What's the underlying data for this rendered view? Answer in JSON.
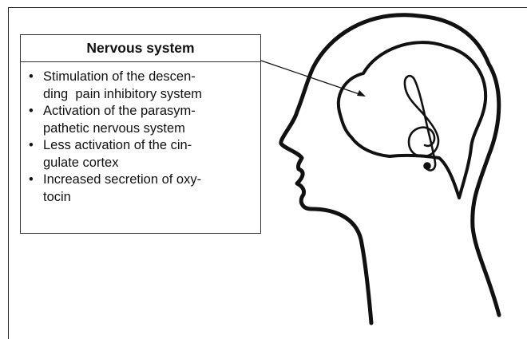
{
  "info_box": {
    "title": "Nervous system",
    "items": [
      {
        "lines": [
          "Stimulation of the descen-",
          "ding  pain inhibitory system"
        ]
      },
      {
        "lines": [
          "Activation of the parasym-",
          "pathetic nervous system"
        ]
      },
      {
        "lines": [
          "Less activation of the cin-",
          "gulate cortex"
        ]
      },
      {
        "lines": [
          "Increased secretion of oxy-",
          "tocin"
        ]
      }
    ]
  },
  "illustration": {
    "head_icon": "head-profile-icon",
    "brain_icon": "brain-icon",
    "symbol_icon": "treble-clef-icon"
  }
}
